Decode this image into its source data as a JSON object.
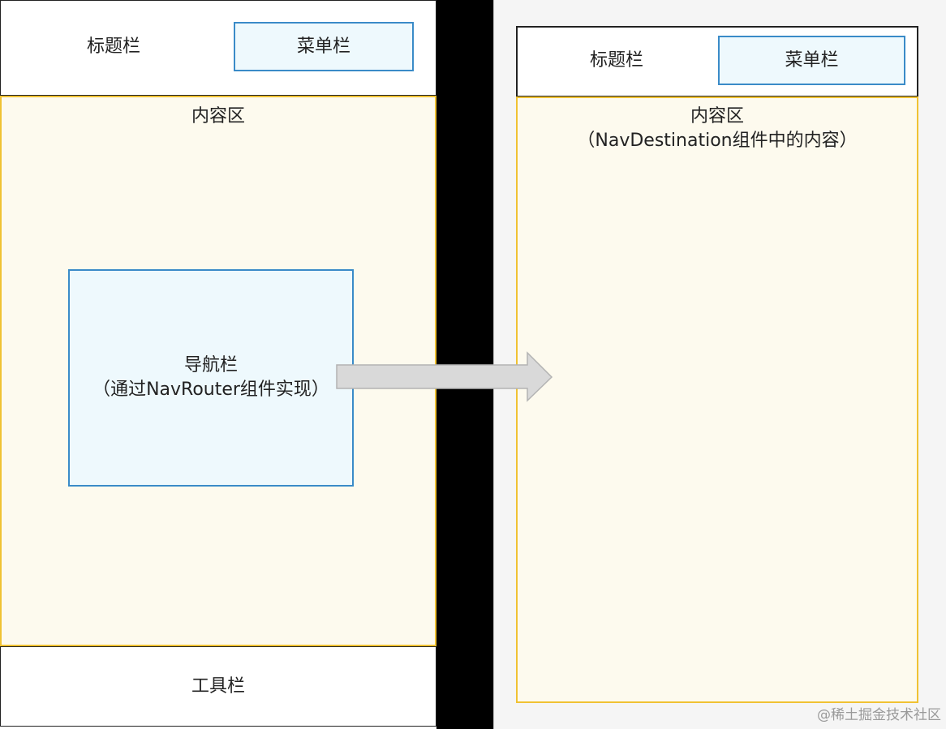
{
  "left_panel": {
    "title_bar_label": "标题栏",
    "menu_bar_label": "菜单栏",
    "content_label": "内容区",
    "nav_bar_label_line1": "导航栏",
    "nav_bar_label_line2": "（通过NavRouter组件实现）",
    "toolbar_label": "工具栏"
  },
  "right_panel": {
    "title_bar_label": "标题栏",
    "menu_bar_label": "菜单栏",
    "content_label_line1": "内容区",
    "content_label_line2": "（NavDestination组件中的内容）"
  },
  "watermark": "@稀土掘金技术社区",
  "colors": {
    "content_fill": "#fdfaee",
    "content_border": "#f0c233",
    "blue_fill": "#eef9fd",
    "blue_border": "#3a8bc8",
    "divider": "#000000",
    "right_background": "#f5f5f5",
    "arrow_fill": "#d9d9d9",
    "arrow_stroke": "#b3b3b3"
  }
}
